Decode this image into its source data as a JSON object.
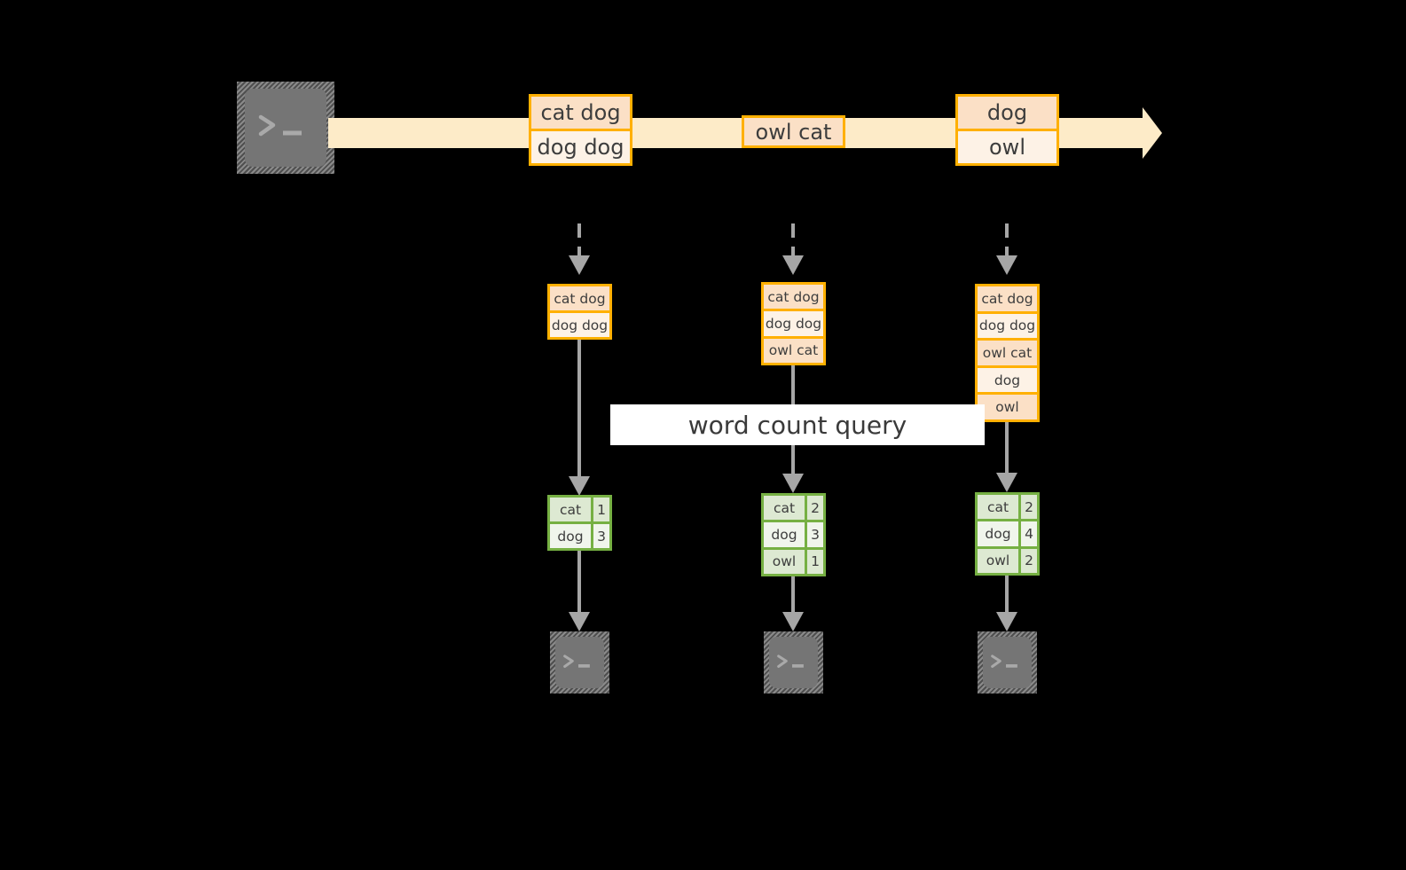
{
  "diagram": {
    "title_label": "word count query",
    "colors": {
      "background": "#000000",
      "stream_fill": "#fdebc8",
      "amber_border": "#ffb000",
      "amber_row_dark": "#fbe0c6",
      "amber_row_light": "#fdf2e6",
      "green_border": "#76b043",
      "green_row_dark": "#dde9d2",
      "green_row_light": "#f0f5ec",
      "connector": "#a6a6a6",
      "terminal_body": "#757575",
      "label_band": "#ffffff",
      "text": "#3d3d3d"
    },
    "source": {
      "icon": "terminal-icon",
      "prompt": ">_"
    },
    "stream": {
      "events": [
        {
          "name": "event-group-1",
          "rows": [
            "cat dog",
            "dog dog"
          ]
        },
        {
          "name": "event-group-2",
          "rows": [
            "owl cat"
          ]
        },
        {
          "name": "event-group-3",
          "rows": [
            "dog",
            "owl"
          ]
        }
      ]
    },
    "snapshots": [
      {
        "name": "snapshot-1",
        "input_rows": [
          "cat dog",
          "dog dog"
        ],
        "result_rows": [
          {
            "word": "cat",
            "count": "1"
          },
          {
            "word": "dog",
            "count": "3"
          }
        ],
        "sink_icon": "terminal-icon",
        "sink_prompt": ">_"
      },
      {
        "name": "snapshot-2",
        "input_rows": [
          "cat dog",
          "dog dog",
          "owl cat"
        ],
        "result_rows": [
          {
            "word": "cat",
            "count": "2"
          },
          {
            "word": "dog",
            "count": "3"
          },
          {
            "word": "owl",
            "count": "1"
          }
        ],
        "sink_icon": "terminal-icon",
        "sink_prompt": ">_"
      },
      {
        "name": "snapshot-3",
        "input_rows": [
          "cat dog",
          "dog dog",
          "owl cat",
          "dog",
          "owl"
        ],
        "result_rows": [
          {
            "word": "cat",
            "count": "2"
          },
          {
            "word": "dog",
            "count": "4"
          },
          {
            "word": "owl",
            "count": "2"
          }
        ],
        "sink_icon": "terminal-icon",
        "sink_prompt": ">_"
      }
    ]
  }
}
